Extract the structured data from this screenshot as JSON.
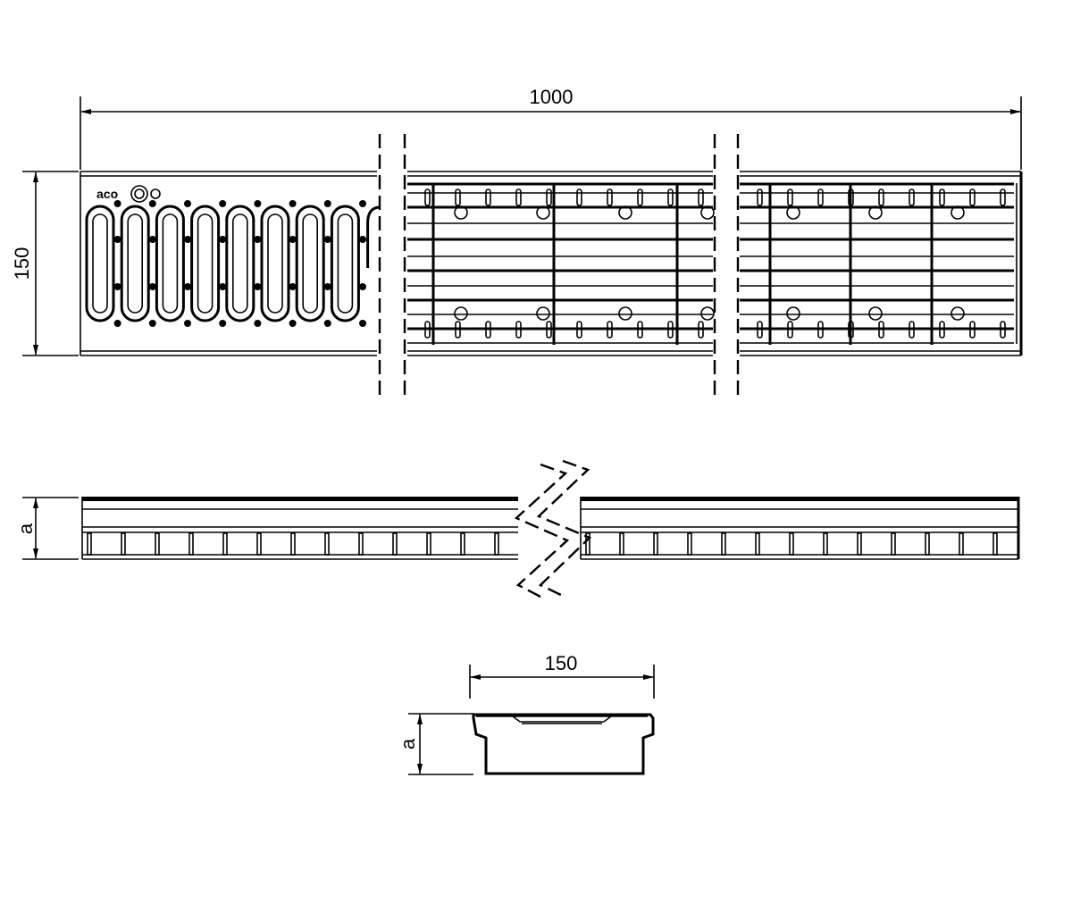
{
  "drawing": {
    "plan_view": {
      "length_label": "1000",
      "width_label": "150",
      "logo_text": "aco"
    },
    "side_view": {
      "height_label": "a"
    },
    "end_view": {
      "width_label": "150",
      "height_label": "a"
    }
  },
  "colors": {
    "line": "#000000",
    "background": "#ffffff"
  }
}
